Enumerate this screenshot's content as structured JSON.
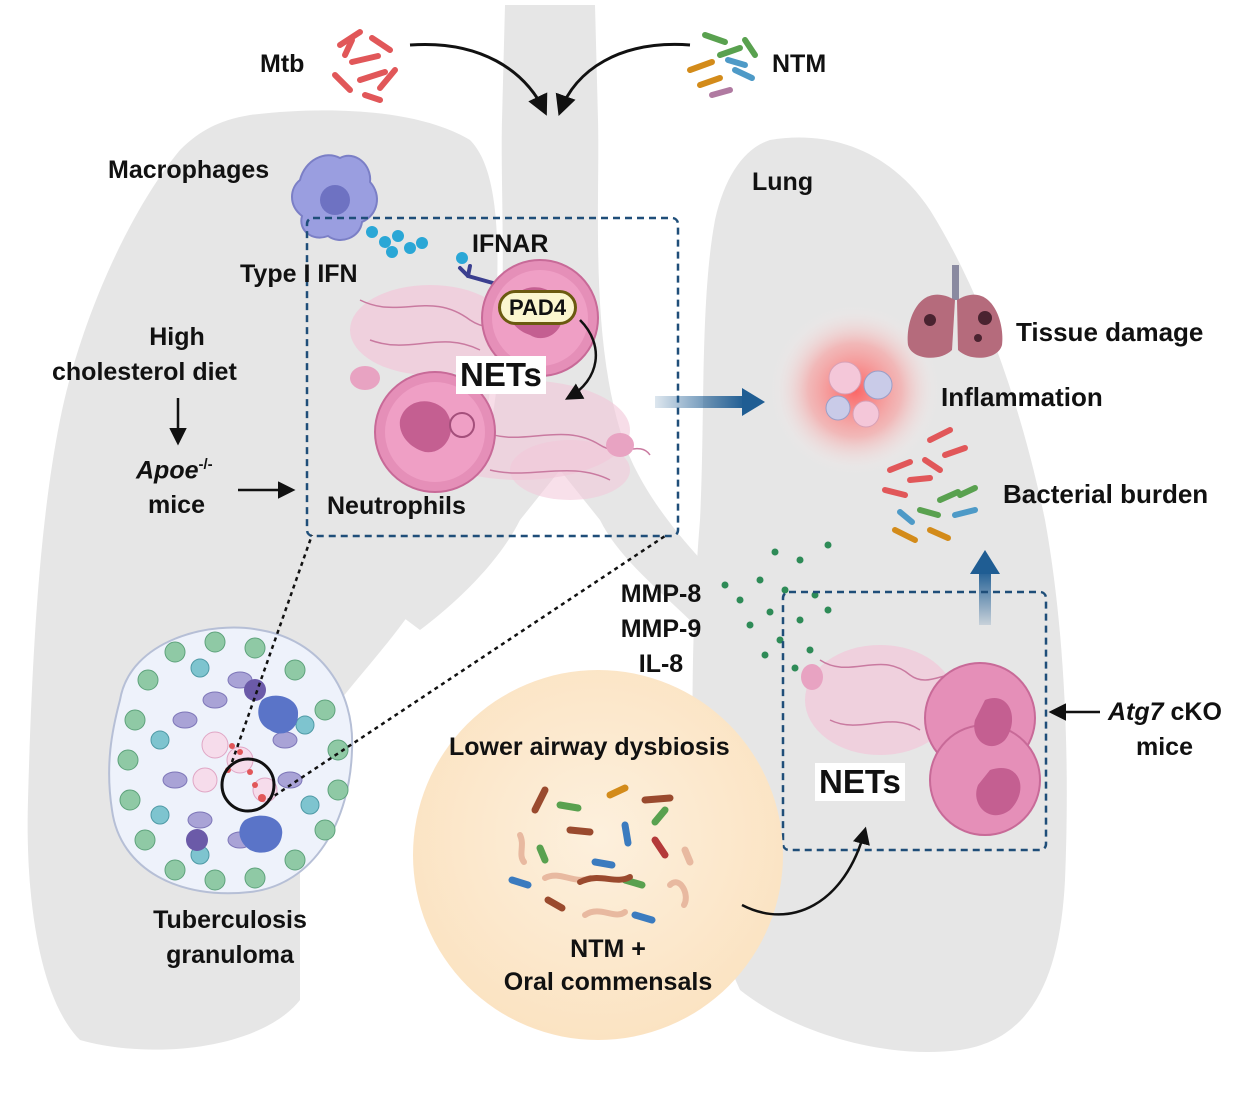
{
  "labels": {
    "mtb": "Mtb",
    "ntm": "NTM",
    "macrophages": "Macrophages",
    "lung": "Lung",
    "type1ifn": "Type I IFN",
    "ifnar": "IFNAR",
    "pad4": "PAD4",
    "nets_top": "NETs",
    "nets_bottom": "NETs",
    "high_chol_1": "High",
    "high_chol_2": "cholesterol diet",
    "apoe": "Apoe",
    "apoe_sup": "-/-",
    "mice_left": "mice",
    "neutrophils": "Neutrophils",
    "tissue_damage": "Tissue damage",
    "inflammation": "Inflammation",
    "bacterial_burden": "Bacterial burden",
    "mmp8": "MMP-8",
    "mmp9": "MMP-9",
    "il8": "IL-8",
    "atg7": "Atg7",
    "ckb": " cKO",
    "mice_right": "mice",
    "dysbiosis": "Lower airway dysbiosis",
    "ntm_plus": "NTM +",
    "oral_commensals": "Oral commensals",
    "granuloma_1": "Tuberculosis",
    "granuloma_2": "granuloma"
  },
  "colors": {
    "lung": "#e6e6e6",
    "dashed_box": "#1f4e79",
    "blue_arrow": "#1f5d93",
    "dysbiosis_bg": "#fdebd3",
    "mtb_bacteria": "#e15759",
    "neutrophil": "#e58fb8",
    "net_fibers": "#f2c6d8",
    "macrophage": "#9a9ee0",
    "inflammation_glow": "#ff5a5a",
    "mmp_dots": "#2e8b57"
  }
}
